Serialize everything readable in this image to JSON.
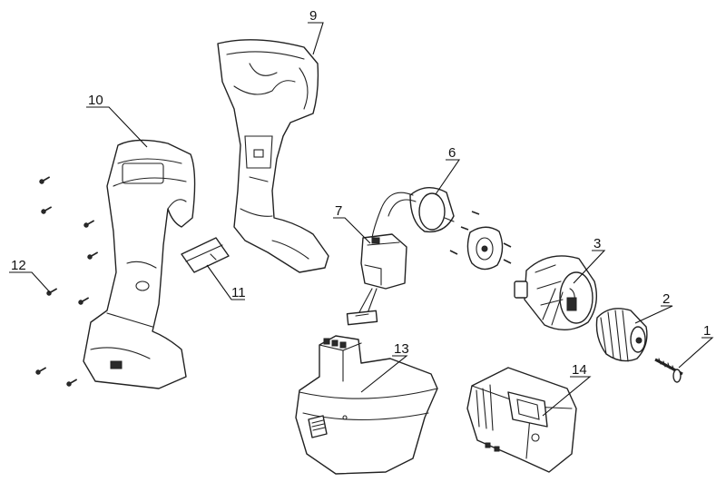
{
  "callouts": [
    {
      "id": "c1",
      "number": "1"
    },
    {
      "id": "c2",
      "number": "2"
    },
    {
      "id": "c3",
      "number": "3"
    },
    {
      "id": "c6",
      "number": "6"
    },
    {
      "id": "c7",
      "number": "7"
    },
    {
      "id": "c9",
      "number": "9"
    },
    {
      "id": "c10",
      "number": "10"
    },
    {
      "id": "c11",
      "number": "11"
    },
    {
      "id": "c12",
      "number": "12"
    },
    {
      "id": "c13",
      "number": "13"
    },
    {
      "id": "c14",
      "number": "14"
    }
  ]
}
